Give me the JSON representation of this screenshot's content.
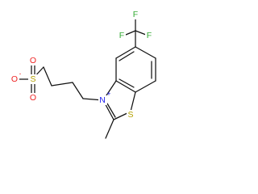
{
  "atoms": {
    "f_top": "F",
    "f_left": "F",
    "f_right": "F",
    "n_label": "N",
    "n_charge": "+",
    "s_ring": "S",
    "s_sulfonate": "S",
    "o_top": "O",
    "o_bottom": "O",
    "o_left": "O",
    "o_charge": "-"
  },
  "colors": {
    "bond": "#111111",
    "fluorine": "#33aa33",
    "nitrogen": "#2222ee",
    "sulfur": "#b3a100",
    "oxygen": "#ee2222"
  }
}
